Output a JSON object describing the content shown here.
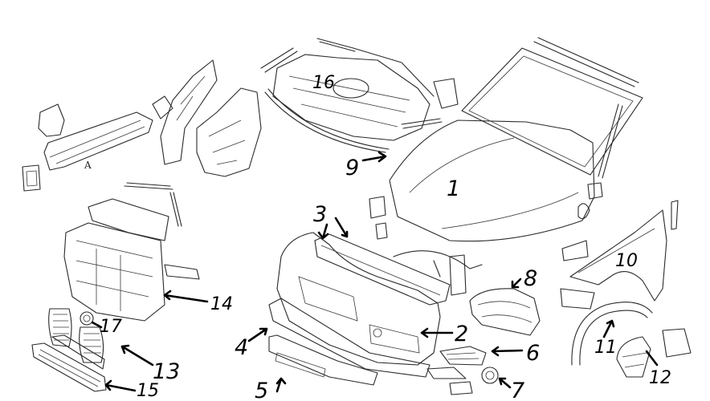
{
  "labels": {
    "n1": "1",
    "n2": "2",
    "n3": "3",
    "n4": "4",
    "n5": "5",
    "n6": "6",
    "n7": "7",
    "n8": "8",
    "n9": "9",
    "n10": "10",
    "n11": "11",
    "n12": "12",
    "n13": "13",
    "n14": "14",
    "n15": "15",
    "n16": "16",
    "n17": "17",
    "letter_a": "A"
  }
}
